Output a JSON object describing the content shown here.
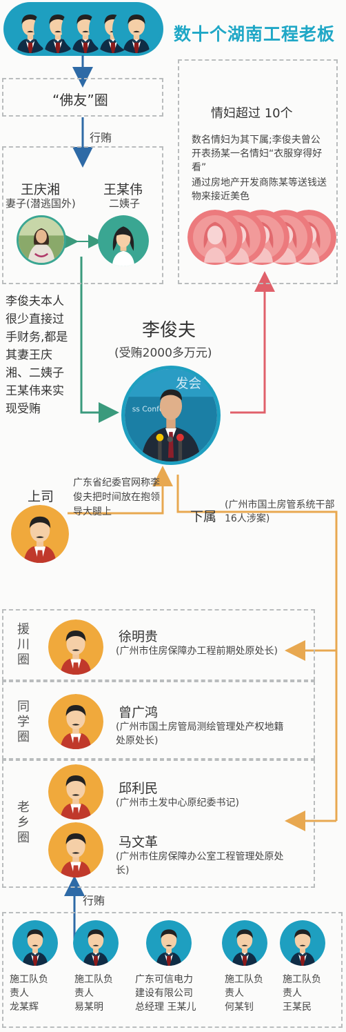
{
  "title": "数十个湖南工程老板",
  "fuyou_circle": "“佛友”圈",
  "bribe_label_top": "行贿",
  "mistress": {
    "title": "情妇超过 10个",
    "desc_1": "数名情妇为其下属;李俊夫曾公开表扬某一名情妇“衣服穿得好看”",
    "desc_2": "通过房地产开发商陈某等送钱送物来接近美色"
  },
  "wife": {
    "name": "王庆湘",
    "desc": "妻子(潜逃国外)"
  },
  "sister_in_law": {
    "name": "王某伟",
    "desc": "二姨子"
  },
  "left_note": "李俊夫本人很少直接过手财务,都是其妻王庆湘、二姨子王某伟来实现受贿",
  "main": {
    "name": "李俊夫",
    "desc": "(受贿2000多万元)"
  },
  "boss": {
    "label": "上司",
    "note": "广东省纪委官网称李俊夫把时间放在抱领导大腿上"
  },
  "subordinates": {
    "label": "下属",
    "note": "(广州市国土房管系统干部16人涉案)"
  },
  "groups": [
    {
      "label": "援川圈",
      "people": [
        {
          "name": "徐明贵",
          "desc": "(广州市住房保障办工程前期处原处长)"
        }
      ]
    },
    {
      "label": "同学圈",
      "people": [
        {
          "name": "曾广鸿",
          "desc": "(广州市国土房管局测绘管理处产权地籍处原处长)"
        }
      ]
    },
    {
      "label": "老乡圈",
      "people": [
        {
          "name": "邱利民",
          "desc": "(广州市土发中心原纪委书记)"
        },
        {
          "name": "马文革",
          "desc": "(广州市住房保障办公室工程管理处原处长)"
        }
      ]
    }
  ],
  "bribe_label_bottom": "行贿",
  "bribers": [
    {
      "line1": "施工队负",
      "line2": "责人",
      "line3": "龙某辉"
    },
    {
      "line1": "施工队负",
      "line2": "责人",
      "line3": "易某明"
    },
    {
      "line1": "广东可信电力",
      "line2": "建设有限公司",
      "line3": "总经理 王某儿"
    },
    {
      "line1": "施工队负",
      "line2": "责人",
      "line3": "何某钊"
    },
    {
      "line1": "施工队负",
      "line2": "责人",
      "line3": "王某民"
    }
  ],
  "colors": {
    "blue_arrow": "#2e6aa6",
    "green_arrow": "#3a9a7c",
    "red_arrow": "#e0606a",
    "orange_arrow": "#e8a850",
    "title": "#1fa7c6"
  },
  "icons": {
    "male": "man-avatar-icon",
    "female": "woman-avatar-icon",
    "photo": "photo-avatar"
  }
}
